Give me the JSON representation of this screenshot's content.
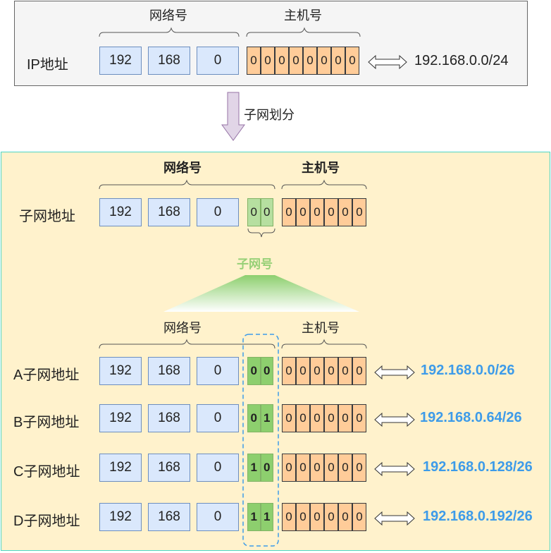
{
  "top": {
    "network_header": "网络号",
    "host_header": "主机号",
    "row_label": "IP地址",
    "octets": [
      "192",
      "168",
      "0"
    ],
    "host_bits": [
      "0",
      "0",
      "0",
      "0",
      "0",
      "0",
      "0",
      "0"
    ],
    "cidr": "192.168.0.0/24"
  },
  "arrow_label": "子网划分",
  "subnet_block": {
    "network_header": "网络号",
    "host_header": "主机号",
    "row_label": "子网地址",
    "octets": [
      "192",
      "168",
      "0"
    ],
    "subnet_bits": [
      "0",
      "0"
    ],
    "host_bits": [
      "0",
      "0",
      "0",
      "0",
      "0",
      "0"
    ],
    "subnet_id_label": "子网号"
  },
  "list": {
    "network_header": "网络号",
    "host_header": "主机号",
    "rows": [
      {
        "label": "A子网地址",
        "octets": [
          "192",
          "168",
          "0"
        ],
        "subnet_bits": [
          "0",
          "0"
        ],
        "host_bits": [
          "0",
          "0",
          "0",
          "0",
          "0",
          "0"
        ],
        "cidr": "192.168.0.0/26"
      },
      {
        "label": "B子网地址",
        "octets": [
          "192",
          "168",
          "0"
        ],
        "subnet_bits": [
          "0",
          "1"
        ],
        "host_bits": [
          "0",
          "0",
          "0",
          "0",
          "0",
          "0"
        ],
        "cidr": "192.168.0.64/26"
      },
      {
        "label": "C子网地址",
        "octets": [
          "192",
          "168",
          "0"
        ],
        "subnet_bits": [
          "1",
          "0"
        ],
        "host_bits": [
          "0",
          "0",
          "0",
          "0",
          "0",
          "0"
        ],
        "cidr": "192.168.0.128/26"
      },
      {
        "label": "D子网地址",
        "octets": [
          "192",
          "168",
          "0"
        ],
        "subnet_bits": [
          "1",
          "1"
        ],
        "host_bits": [
          "0",
          "0",
          "0",
          "0",
          "0",
          "0"
        ],
        "cidr": "192.168.0.192/26"
      }
    ]
  },
  "colors": {
    "octet_fill": "#dae8fc",
    "host_fill": "#ffcc99",
    "subnet_fill": "#8dcf6e",
    "cidr_text": "#3d9be9",
    "subnet_label": "#97d077",
    "bottom_panel": "#fff2cc"
  }
}
